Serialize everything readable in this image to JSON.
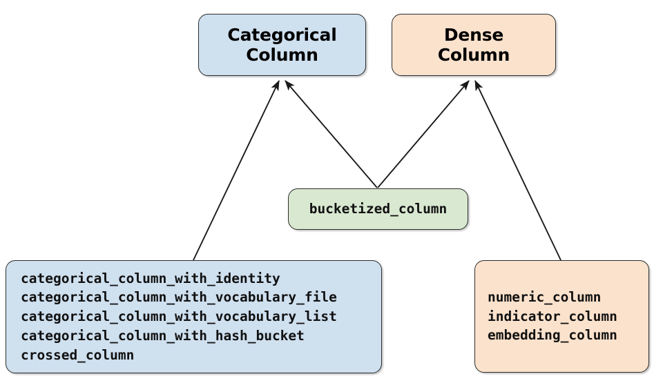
{
  "diagram": {
    "type": "feature-column-hierarchy",
    "background": "#ffffff",
    "colors": {
      "categorical_fill": "#cfe0ef",
      "dense_fill": "#fbe2cd",
      "bucketized_fill": "#d9e8d0",
      "border": "#2b2b2b",
      "edge": "#1a1a1a",
      "text": "#000000"
    },
    "nodes": {
      "categorical_column": {
        "id": "categorical-column",
        "line1": "Categorical",
        "line2": "Column",
        "style": "title",
        "fill": "#cfe0ef"
      },
      "dense_column": {
        "id": "dense-column",
        "line1": "Dense",
        "line2": "Column",
        "style": "title",
        "fill": "#fbe2cd"
      },
      "bucketized_column": {
        "id": "bucketized-column",
        "label": "bucketized_column",
        "style": "code",
        "fill": "#d9e8d0"
      },
      "categorical_sources": {
        "id": "categorical-sources",
        "style": "code",
        "fill": "#cfe0ef",
        "items": [
          "categorical_column_with_identity",
          "categorical_column_with_vocabulary_file",
          "categorical_column_with_vocabulary_list",
          "categorical_column_with_hash_bucket",
          "crossed_column"
        ]
      },
      "dense_sources": {
        "id": "dense-sources",
        "style": "code",
        "fill": "#fbe2cd",
        "items": [
          "numeric_column",
          "indicator_column",
          "embedding_column"
        ]
      }
    },
    "edges": [
      {
        "name": "categorical-sources-to-categorical-column",
        "from": "categorical_sources",
        "to": "categorical_column",
        "arrow": true
      },
      {
        "name": "bucketized-to-categorical-column",
        "from": "bucketized_column",
        "to": "categorical_column",
        "arrow": true
      },
      {
        "name": "bucketized-to-dense-column",
        "from": "bucketized_column",
        "to": "dense_column",
        "arrow": true
      },
      {
        "name": "dense-sources-to-dense-column",
        "from": "dense_sources",
        "to": "dense_column",
        "arrow": true
      }
    ]
  }
}
